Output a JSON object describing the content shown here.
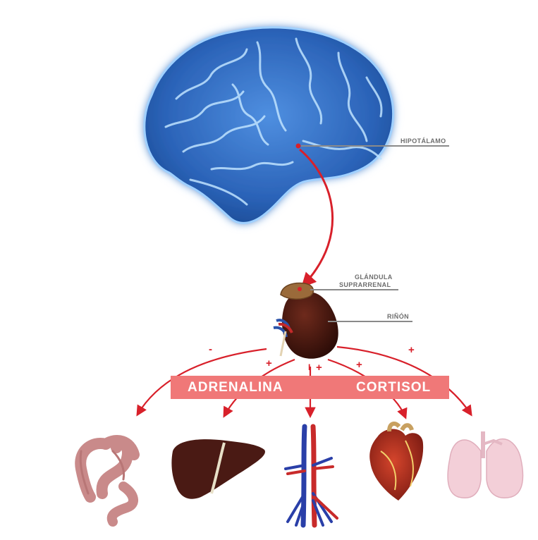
{
  "labels": {
    "hypothalamus": "HIPOTÁLAMO",
    "adrenal_line1": "GLÁNDULA",
    "adrenal_line2": "SUPRARRENAL",
    "kidney": "RIÑÓN"
  },
  "hormones": {
    "adrenaline": "ADRENALINA",
    "cortisol": "CORTISOL"
  },
  "effects": {
    "intestine": "-",
    "liver": "+",
    "vessels_bar": "I",
    "vessels": "+",
    "heart": "+",
    "lungs": "+"
  },
  "organs": [
    "intestine-icon",
    "liver-icon",
    "blood-vessels-icon",
    "heart-icon",
    "lungs-icon"
  ],
  "colors": {
    "arrow_red": "#d8202a",
    "banner": "#f07878",
    "brain_blue": "#2f6fc4",
    "label_gray": "#6d6d6d"
  }
}
